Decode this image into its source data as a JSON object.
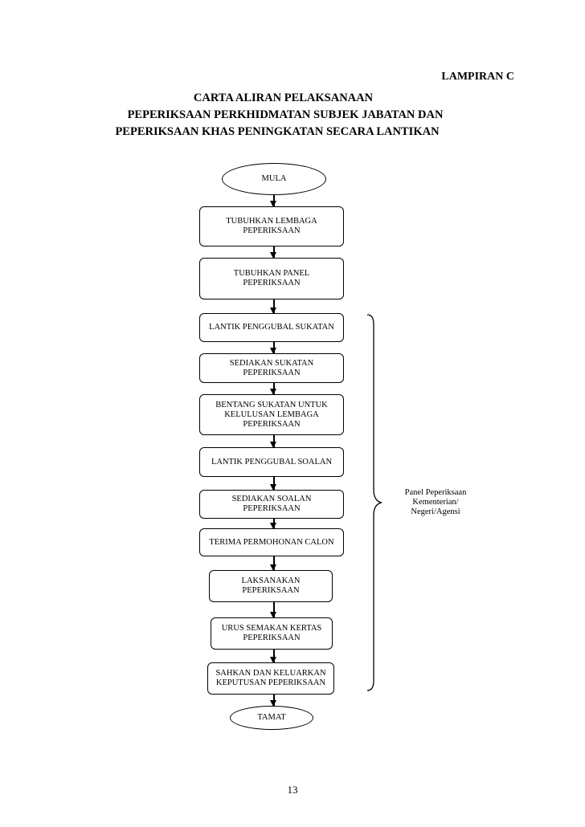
{
  "header": {
    "appendix": "LAMPIRAN C",
    "title_lines": [
      "CARTA ALIRAN PELAKSANAAN",
      "PEPERIKSAAN PERKHIDMATAN SUBJEK JABATAN DAN",
      "PEPERIKSAAN KHAS PENINGKATAN SECARA LANTIKAN"
    ]
  },
  "flowchart": {
    "start": "MULA",
    "steps": [
      "TUBUHKAN LEMBAGA\nPEPERIKSAAN",
      "TUBUHKAN PANEL\nPEPERIKSAAN",
      "LANTIK PENGGUBAL SUKATAN",
      "SEDIAKAN SUKATAN\nPEPERIKSAAN",
      "BENTANG SUKATAN UNTUK\nKELULUSAN LEMBAGA\nPEPERIKSAAN",
      "LANTIK PENGGUBAL SOALAN",
      "SEDIAKAN SOALAN\nPEPERIKSAAN",
      "TERIMA PERMOHONAN CALON",
      "LAKSANAKAN\nPEPERIKSAAN",
      "URUS SEMAKAN KERTAS\nPEPERIKSAAN",
      "SAHKAN DAN KELUARKAN\nKEPUTUSAN PEPERIKSAAN"
    ],
    "end": "TAMAT",
    "bracket_label": "Panel Peperiksaan\nKementerian/\nNegeri/Agensi"
  },
  "footer": {
    "page_number": "13"
  }
}
